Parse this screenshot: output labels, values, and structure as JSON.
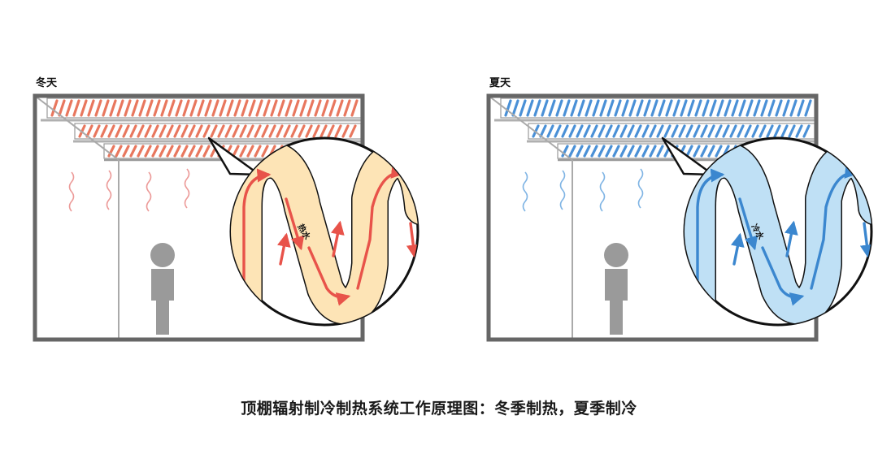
{
  "panels": [
    {
      "label": "冬天",
      "water_label": "热水",
      "colors": {
        "pipe": "#e8775e",
        "fill": "#fde4b6",
        "arrow": "#e8534a",
        "wave": "#ec9a98"
      }
    },
    {
      "label": "夏天",
      "water_label": "冷水",
      "colors": {
        "pipe": "#4a90d6",
        "fill": "#bfe0f5",
        "arrow": "#3b87cf",
        "wave": "#7fb4e4"
      }
    }
  ],
  "caption": "顶棚辐射制冷制热系统工作原理图：冬季制热，夏季制冷",
  "colors": {
    "frame": "#666666",
    "person": "#9a9a9a",
    "outline": "#111111"
  }
}
